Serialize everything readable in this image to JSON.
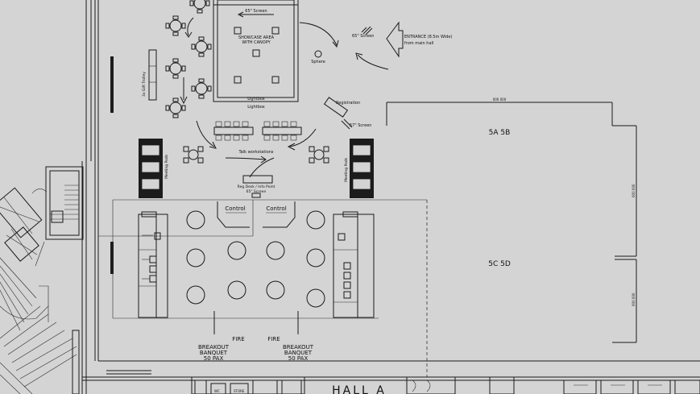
{
  "labels": {
    "screen_top": "65\" Screen",
    "showcase_1": "SHOWCASE AREA",
    "showcase_2": "WITH CANOPY",
    "sphere": "Sphere",
    "screen_65": "65\" Screen",
    "entrance_1": "ENTRANCE (8.5m Wide)",
    "entrance_2": "from main hall",
    "trolley": "3x Gift Trolley",
    "lightbox_1": "Lightbox",
    "lightbox_2": "Lightbox",
    "registration": "Registration",
    "screen_57": "57\" Screen",
    "talk_workstations": "Talk workstations",
    "meeting_pods_left": "Meeting Pods",
    "meeting_pods_right": "Meeting Pods",
    "reg_desk_1": "Reg Desk / Info Point",
    "reg_desk_2": "65\" Screen",
    "control_left": "Control",
    "control_right": "Control",
    "hall_width": "000 000",
    "room_5a5b": "5A   5B",
    "room_5c5d": "5C   5D",
    "dim_right_1": "000 000",
    "dim_right_2": "000 000",
    "fire_left": "FIRE",
    "fire_right": "FIRE",
    "breakout_left_1": "BREAKOUT",
    "breakout_left_2": "BANQUET",
    "breakout_left_3": "50 PAX",
    "breakout_right_1": "BREAKOUT",
    "breakout_right_2": "BANQUET",
    "breakout_right_3": "50 PAX",
    "hall_a": "HALL A",
    "store": "STORE",
    "wc": "WC"
  }
}
